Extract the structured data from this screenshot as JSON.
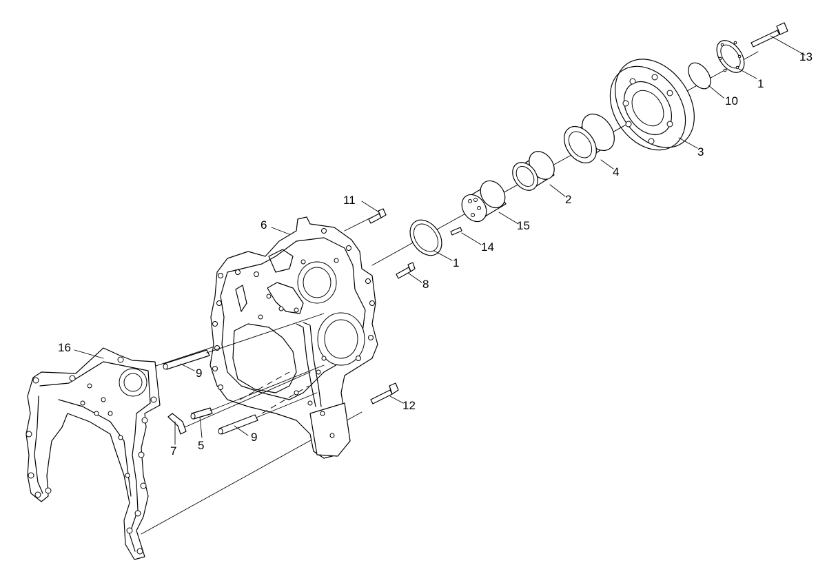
{
  "parts": [
    {
      "key": "p1a",
      "number": "1"
    },
    {
      "key": "p1b",
      "number": "1"
    },
    {
      "key": "p2",
      "number": "2"
    },
    {
      "key": "p3",
      "number": "3"
    },
    {
      "key": "p4",
      "number": "4"
    },
    {
      "key": "p5",
      "number": "5"
    },
    {
      "key": "p6",
      "number": "6"
    },
    {
      "key": "p7",
      "number": "7"
    },
    {
      "key": "p8",
      "number": "8"
    },
    {
      "key": "p9a",
      "number": "9"
    },
    {
      "key": "p9b",
      "number": "9"
    },
    {
      "key": "p10",
      "number": "10"
    },
    {
      "key": "p11",
      "number": "11"
    },
    {
      "key": "p12",
      "number": "12"
    },
    {
      "key": "p13",
      "number": "13"
    },
    {
      "key": "p14",
      "number": "14"
    },
    {
      "key": "p15",
      "number": "15"
    },
    {
      "key": "p16",
      "number": "16"
    }
  ]
}
